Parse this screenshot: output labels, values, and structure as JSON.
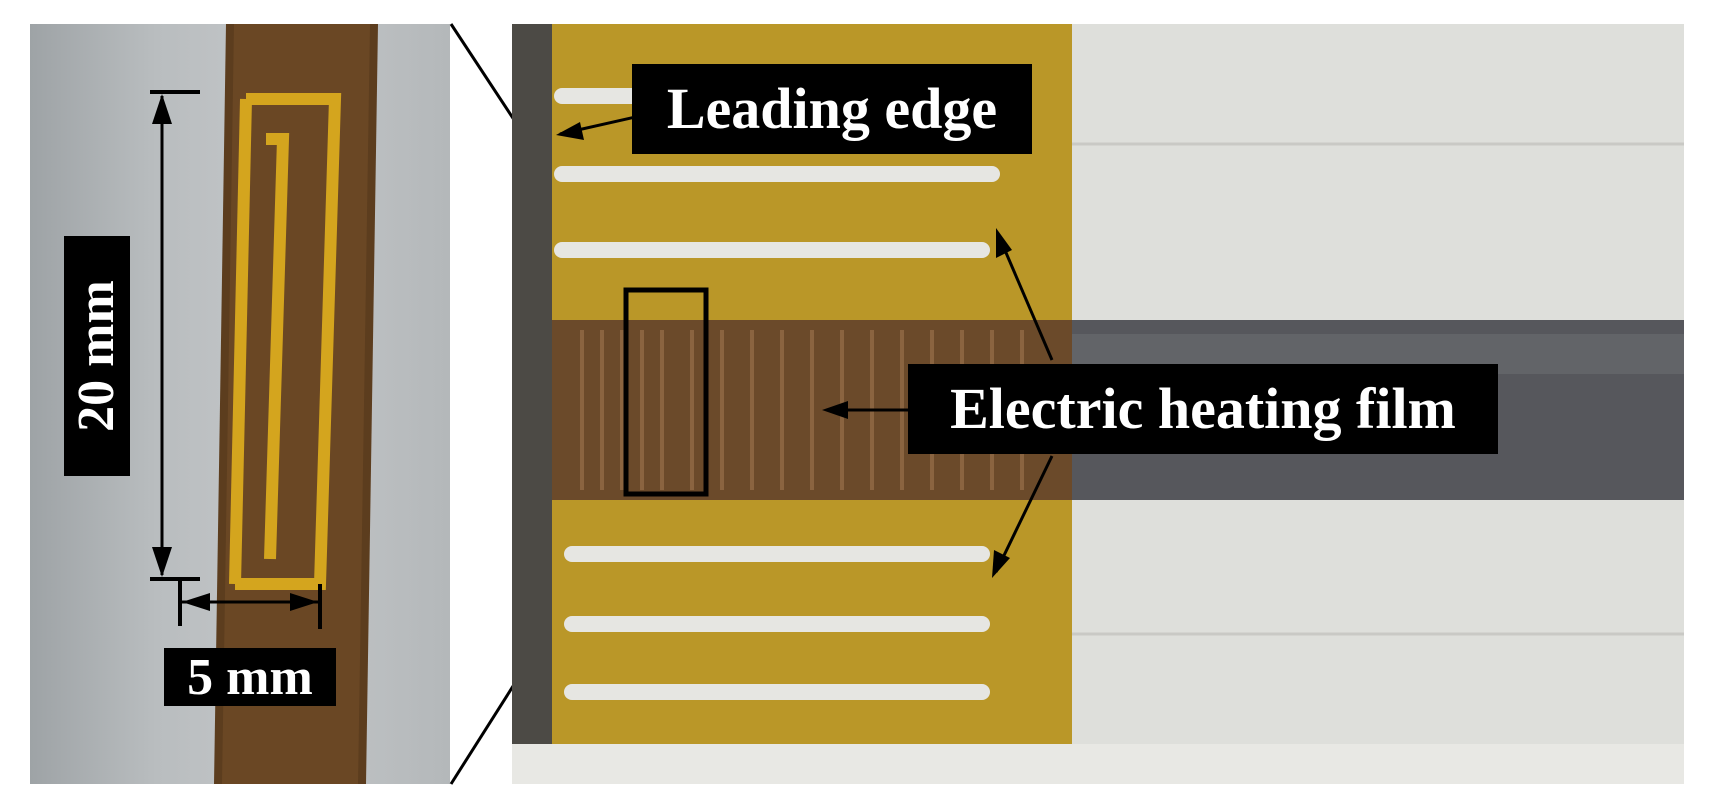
{
  "left_panel": {
    "height_label": "20 mm",
    "width_label": "5 mm"
  },
  "right_panel": {
    "leading_edge_label": "Leading edge",
    "heating_film_label": "Electric heating film"
  },
  "colors": {
    "kapton_gold": "#c9a227",
    "film_brown": "#6b4a2a",
    "foam_white": "#e4e4e0",
    "label_bg": "#000000",
    "label_text": "#ffffff"
  }
}
